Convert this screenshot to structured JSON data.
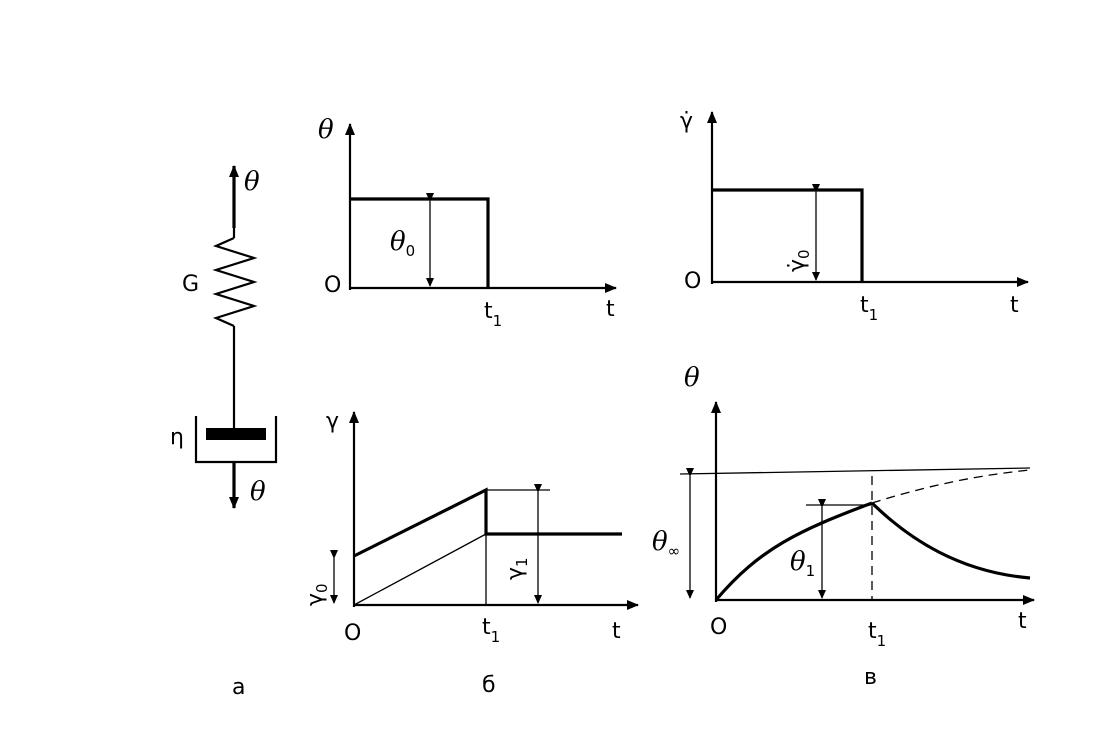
{
  "panel_a": {
    "theta_top": "θ",
    "theta_bottom": "θ",
    "spring_label": "G",
    "dashpot_label": "η",
    "caption": "а"
  },
  "panel_b_top": {
    "y_axis": "θ",
    "x_axis": "t",
    "origin": "O",
    "t1": "t",
    "t1_sub": "1",
    "level": "θ",
    "level_sub": "0"
  },
  "panel_b_bottom": {
    "y_axis": "γ",
    "x_axis": "t",
    "origin": "O",
    "t1": "t",
    "t1_sub": "1",
    "gamma0": "γ",
    "gamma0_sub": "0",
    "gamma1": "γ",
    "gamma1_sub": "1",
    "caption": "б"
  },
  "panel_c_top": {
    "y_axis": "γ̇",
    "x_axis": "t",
    "origin": "O",
    "t1": "t",
    "t1_sub": "1",
    "level": "γ̇",
    "level_sub": "0"
  },
  "panel_c_bottom": {
    "y_axis": "θ",
    "x_axis": "t",
    "origin": "O",
    "t1": "t",
    "t1_sub": "1",
    "theta_inf": "θ",
    "theta_inf_sub": "∞",
    "theta1": "θ",
    "theta1_sub": "1",
    "caption": "в"
  }
}
